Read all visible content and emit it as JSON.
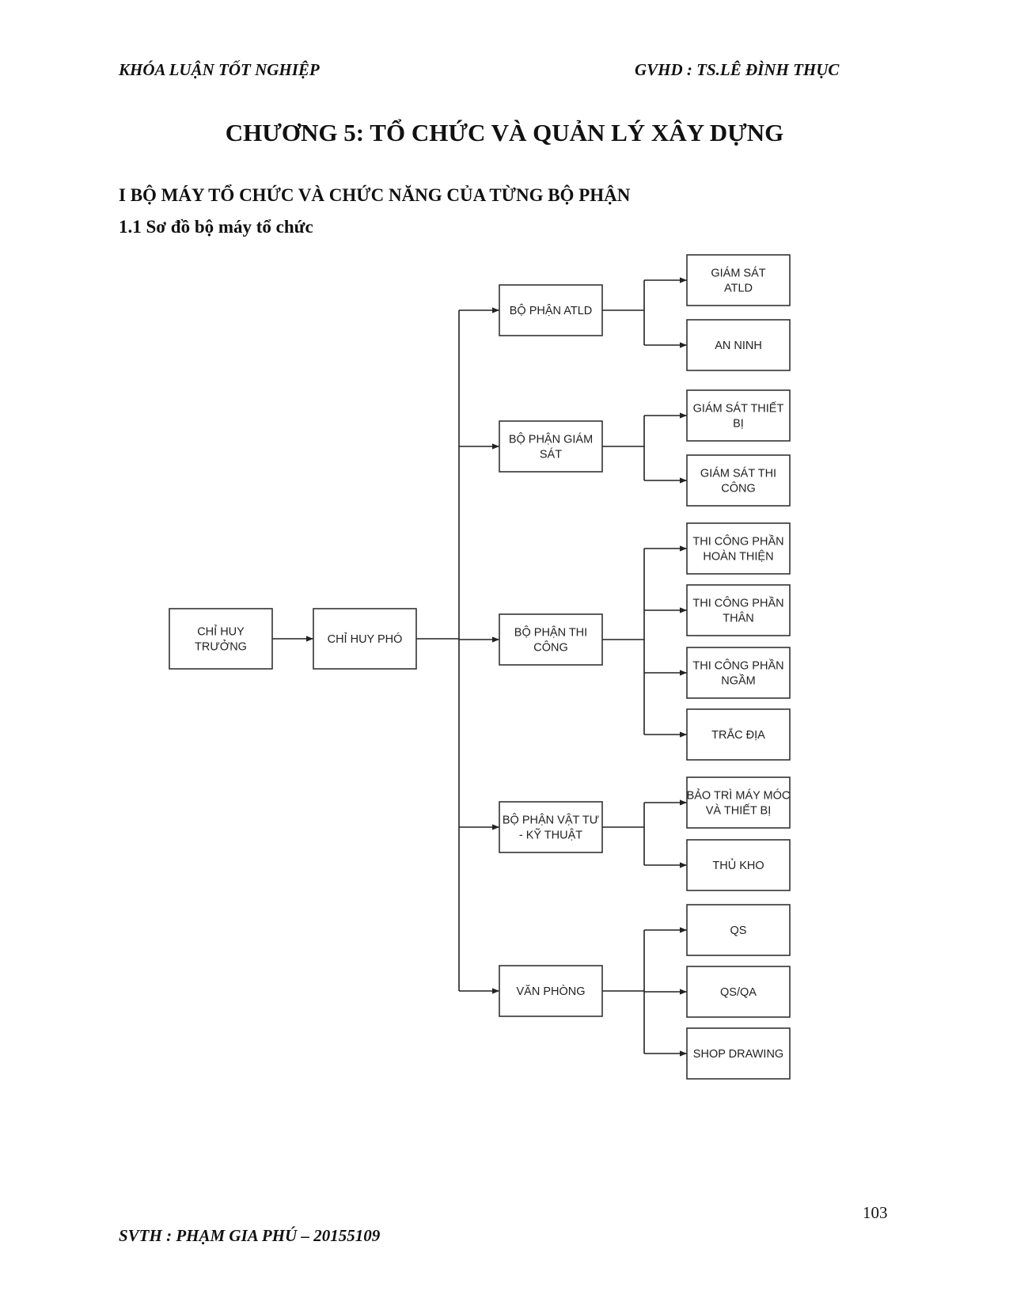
{
  "header": {
    "left": "KHÓA LUẬN TỐT NGHIỆP",
    "right": "GVHD : TS.LÊ ĐÌNH THỤC"
  },
  "chapter_title": "CHƯƠNG 5: TỔ CHỨC VÀ QUẢN LÝ XÂY DỰNG",
  "section_title": "I BỘ MÁY TỔ CHỨC VÀ CHỨC NĂNG CỦA TỪNG BỘ PHẬN",
  "subsection_title": "1.1 Sơ đồ bộ máy tổ chức",
  "org_chart": {
    "root": {
      "id": "chi-huy-truong",
      "lines": [
        "CHỈ HUY",
        "TRƯỞNG"
      ]
    },
    "deputy": {
      "id": "chi-huy-pho",
      "lines": [
        "CHỈ HUY PHÓ"
      ]
    },
    "departments": [
      {
        "id": "bo-phan-atld",
        "lines": [
          "BỘ PHẬN ATLD"
        ],
        "children": [
          {
            "id": "giam-sat-atld",
            "lines": [
              "GIÁM SÁT",
              "ATLD"
            ]
          },
          {
            "id": "an-ninh",
            "lines": [
              "AN NINH"
            ]
          }
        ]
      },
      {
        "id": "bo-phan-giam-sat",
        "lines": [
          "BỘ PHẬN GIÁM",
          "SÁT"
        ],
        "children": [
          {
            "id": "giam-sat-thiet-bi",
            "lines": [
              "GIÁM SÁT THIẾT",
              "BỊ"
            ]
          },
          {
            "id": "giam-sat-thi-cong",
            "lines": [
              "GIÁM SÁT THI",
              "CÔNG"
            ]
          }
        ]
      },
      {
        "id": "bo-phan-thi-cong",
        "lines": [
          "BỘ PHẬN THI",
          "CÔNG"
        ],
        "children": [
          {
            "id": "thi-cong-hoan-thien",
            "lines": [
              "THI CÔNG PHẦN",
              "HOÀN THIỆN"
            ]
          },
          {
            "id": "thi-cong-than",
            "lines": [
              "THI CÔNG PHẦN",
              "THÂN"
            ]
          },
          {
            "id": "thi-cong-ngam",
            "lines": [
              "THI CÔNG PHẦN",
              "NGẦM"
            ]
          },
          {
            "id": "trac-dia",
            "lines": [
              "TRẮC ĐỊA"
            ]
          }
        ]
      },
      {
        "id": "bo-phan-vat-tu",
        "lines": [
          "BỘ PHẬN VẬT TƯ",
          "- KỸ THUẬT"
        ],
        "children": [
          {
            "id": "bao-tri",
            "lines": [
              "BẢO TRÌ MÁY MÓC",
              "VÀ THIẾT BỊ"
            ]
          },
          {
            "id": "thu-kho",
            "lines": [
              "THỦ KHO"
            ]
          }
        ]
      },
      {
        "id": "van-phong",
        "lines": [
          "VĂN PHÒNG"
        ],
        "children": [
          {
            "id": "qs",
            "lines": [
              "QS"
            ]
          },
          {
            "id": "qs-qa",
            "lines": [
              "QS/QA"
            ]
          },
          {
            "id": "shop-drawing",
            "lines": [
              "SHOP DRAWING"
            ]
          }
        ]
      }
    ]
  },
  "page_number": "103",
  "footer": "SVTH : PHẠM GIA PHÚ – 20155109"
}
